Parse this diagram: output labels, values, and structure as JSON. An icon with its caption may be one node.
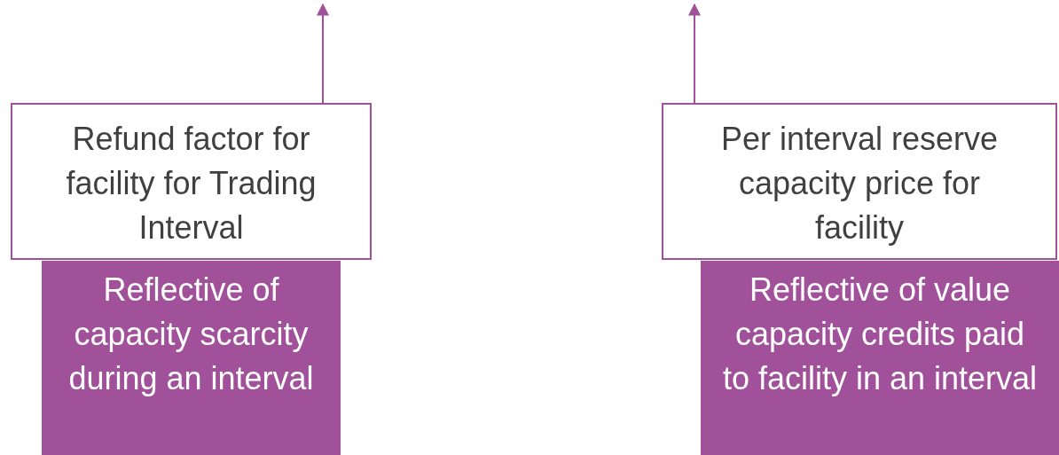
{
  "diagram": {
    "nodes": [
      {
        "text": [
          "Refund factor for facility for Trading Interval"
        ]
      },
      {
        "text": [
          "Reflective of capacity scarcity during an interval"
        ]
      },
      {
        "text": [
          "Per interval reserve capacity price for facility"
        ]
      },
      {
        "text": [
          "Reflective of value capacity credits paid to facility in an interval"
        ]
      }
    ],
    "edges": [
      {
        "from": 0,
        "to": null,
        "arrow": "to"
      },
      {
        "from": 2,
        "to": null,
        "arrow": "to"
      }
    ]
  }
}
